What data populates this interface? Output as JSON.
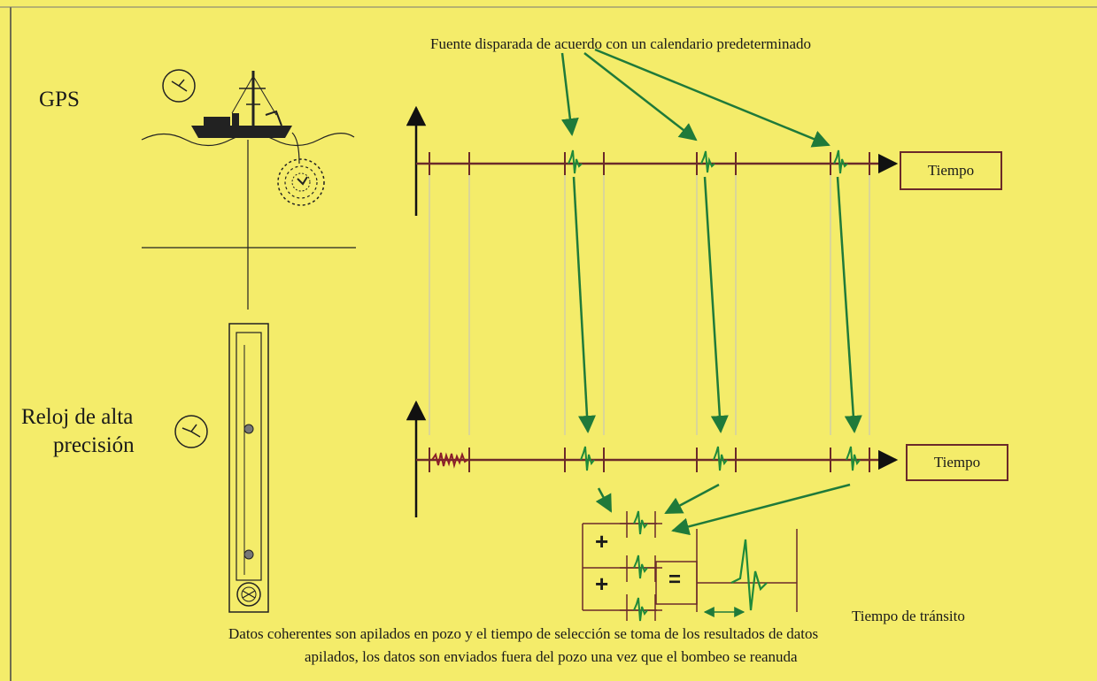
{
  "labels": {
    "source_fired": "Fuente disparada de acuerdo con un calendario predeterminado",
    "gps": "GPS",
    "clock_line1": "Reloj de alta",
    "clock_line2": "precisión",
    "time_top": "Tiempo",
    "time_bottom": "Tiempo",
    "plus_1": "+",
    "plus_2": "+",
    "equals": "=",
    "transit_time": "Tiempo de tránsito",
    "caption_line1": "Datos coherentes son apilados en pozo y el tiempo de selección se toma de los resultados de datos",
    "caption_line2": "apilados, los datos son enviados fuera del pozo una vez que el bombeo se reanuda"
  },
  "colors": {
    "background": "#f4ec6a",
    "axis": "#6b2a2a",
    "arrow": "#1f7a3a",
    "wavelet": "#1f8a3a",
    "noise": "#8a1f2a",
    "guide": "#c8c8b8",
    "drawing": "#222222"
  },
  "icons": [
    "clock-icon",
    "ship-icon",
    "receiver-icon",
    "borehole-tool-icon"
  ]
}
